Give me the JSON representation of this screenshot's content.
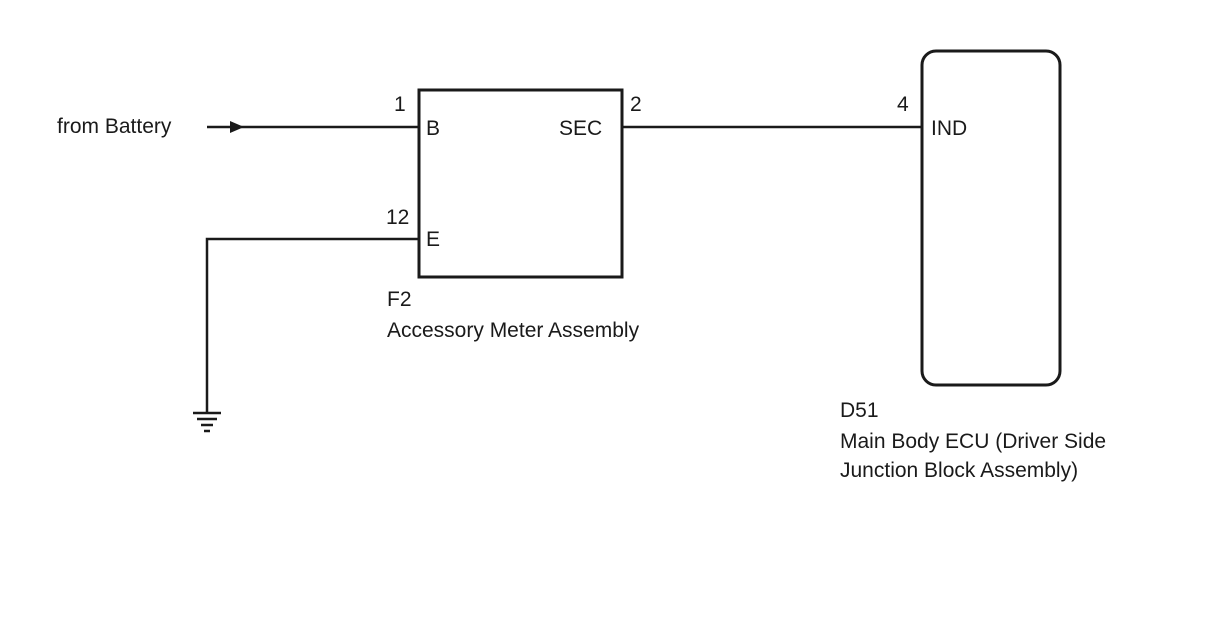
{
  "source": {
    "label": "from Battery"
  },
  "accessory_meter": {
    "connector": "F2",
    "name": "Accessory Meter Assembly",
    "pins": {
      "b": {
        "number": "1",
        "name": "B"
      },
      "e": {
        "number": "12",
        "name": "E"
      },
      "sec": {
        "number": "2",
        "name": "SEC"
      }
    }
  },
  "main_body_ecu": {
    "connector": "D51",
    "name_line1": "Main Body ECU (Driver Side",
    "name_line2": "Junction Block Assembly)",
    "pins": {
      "ind": {
        "number": "4",
        "name": "IND"
      }
    }
  }
}
